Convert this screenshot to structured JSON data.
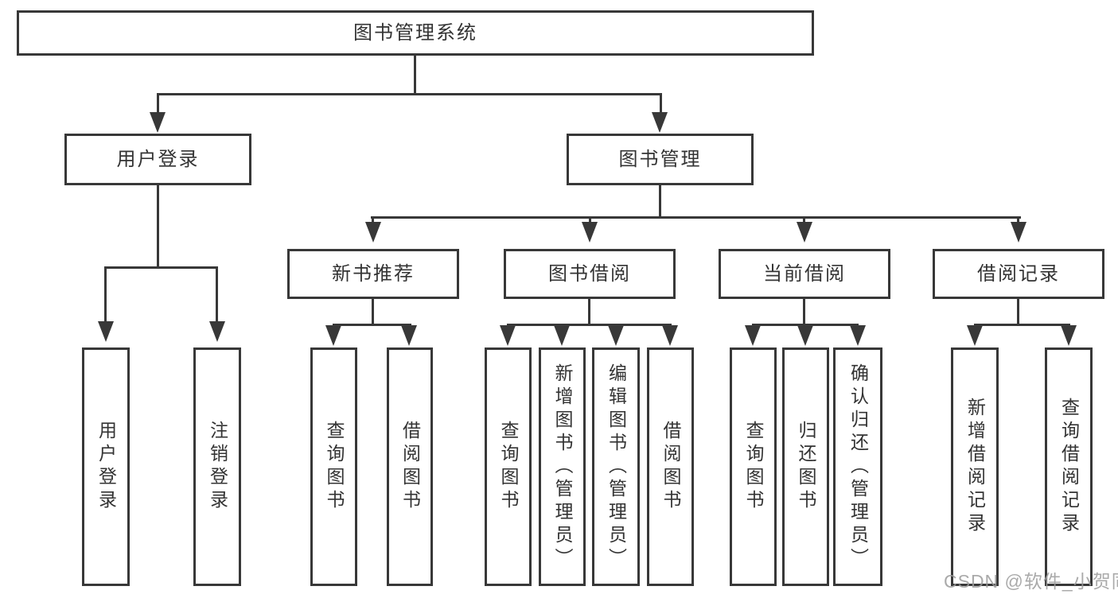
{
  "diagram_title": "图书管理系统",
  "tree": {
    "root": {
      "label": "图书管理系统"
    },
    "branches": [
      {
        "label": "用户登录",
        "children": [
          {
            "label": "用户登录"
          },
          {
            "label": "注销登录"
          }
        ]
      },
      {
        "label": "图书管理",
        "children": [
          {
            "label": "新书推荐",
            "children": [
              {
                "label": "查询图书"
              },
              {
                "label": "借阅图书"
              }
            ]
          },
          {
            "label": "图书借阅",
            "children": [
              {
                "label": "查询图书"
              },
              {
                "label": "新增图书（管理员）"
              },
              {
                "label": "编辑图书（管理员）"
              },
              {
                "label": "借阅图书"
              }
            ]
          },
          {
            "label": "当前借阅",
            "children": [
              {
                "label": "查询图书"
              },
              {
                "label": "归还图书"
              },
              {
                "label": "确认归还（管理员）"
              }
            ]
          },
          {
            "label": "借阅记录",
            "children": [
              {
                "label": "新增借阅记录"
              },
              {
                "label": "查询借阅记录"
              }
            ]
          }
        ]
      }
    ]
  },
  "watermark": "CSDN @软件_小贺同学",
  "colors": {
    "border": "#383838",
    "line": "#383838",
    "text": "#333333",
    "watermark": "#9c9c9c",
    "background": "#ffffff"
  }
}
